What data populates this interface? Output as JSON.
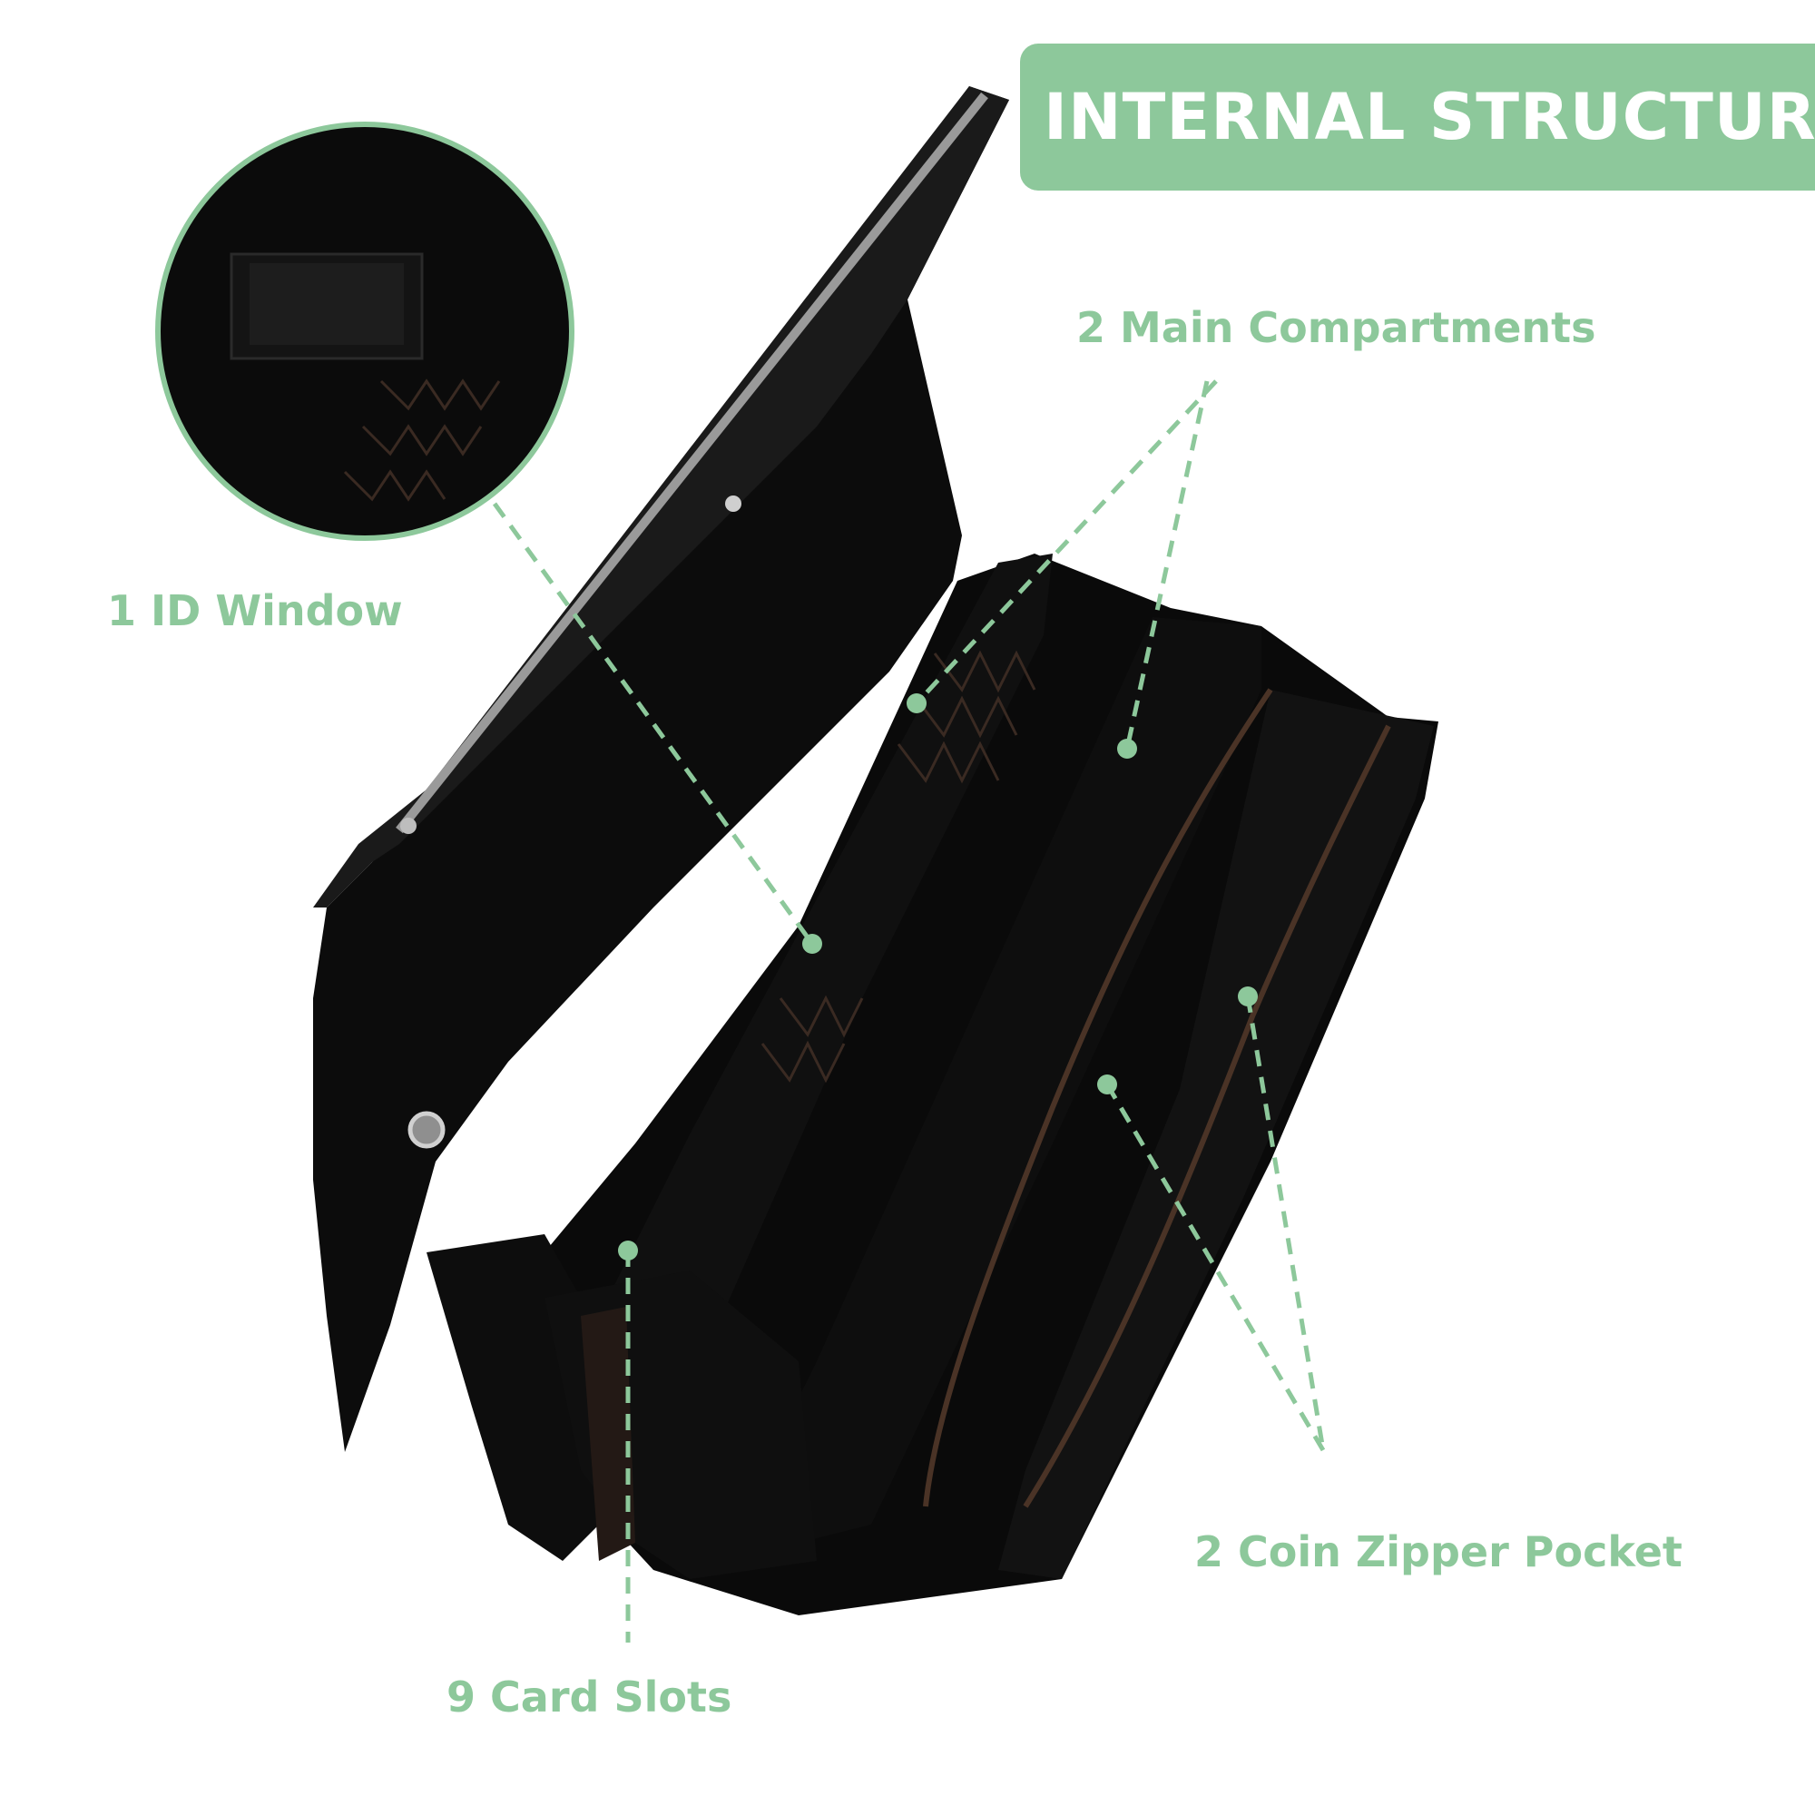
{
  "header": {
    "title": "INTERNAL STRUCTURE"
  },
  "callouts": {
    "id_window": "1 ID Window",
    "main_compartments": "2 Main Compartments",
    "coin_zipper_pocket": "2 Coin Zipper Pocket",
    "card_slots": "9 Card Slots"
  },
  "colors": {
    "accent": "#8dc89b",
    "wallet": "#0b0b0b",
    "stitching": "#3a2a22",
    "background": "#ffffff"
  }
}
